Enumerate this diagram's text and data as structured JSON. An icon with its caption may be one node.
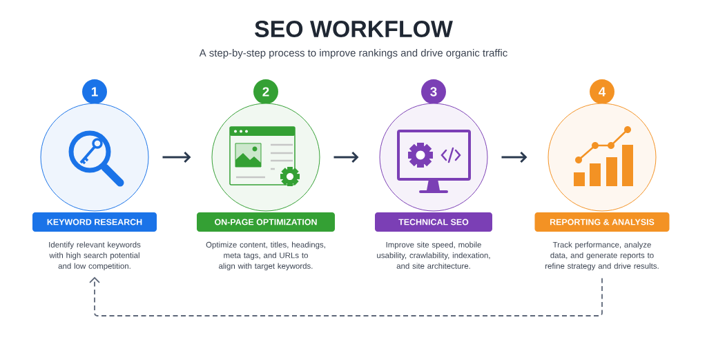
{
  "diagram": {
    "title": "SEO WORKFLOW",
    "caption": "A step-by-step process to improve rankings and drive organic traffic",
    "nodes": [
      {
        "text": [
          "1"
        ]
      },
      {
        "text": [],
        "shape": "circle"
      },
      {
        "text": [
          "KEYWORD RESEARCH"
        ],
        "beside": [
          "Identify relevant keywords with high search potential and low competition."
        ]
      },
      {
        "text": [
          "2"
        ]
      },
      {
        "text": [],
        "shape": "circle"
      },
      {
        "text": [
          "ON-PAGE OPTIMIZATION"
        ],
        "beside": [
          "Optimize content, titles, headings, meta tags, and URLs to align with target keywords."
        ]
      },
      {
        "text": [
          "3"
        ]
      },
      {
        "text": [],
        "shape": "circle"
      },
      {
        "text": [
          "TECHNICAL SEO"
        ],
        "beside": [
          "Improve site speed, mobile usability, crawlability, indexation, and site architecture."
        ]
      },
      {
        "text": [
          "4"
        ]
      },
      {
        "text": [],
        "shape": "circle"
      },
      {
        "text": [
          "REPORTING & ANALYSIS"
        ],
        "beside": [
          "Track performance, analyze data, and generate reports to refine strategy and drive results."
        ]
      }
    ],
    "edges": [
      {
        "from": 1,
        "to": 4,
        "arrow": "to"
      },
      {
        "from": 4,
        "to": 7,
        "arrow": "to"
      },
      {
        "from": 7,
        "to": 10,
        "arrow": "to"
      },
      {
        "from": 11,
        "to": 2,
        "arrow": "to",
        "style": "dashed",
        "color": "#5c6678"
      }
    ]
  }
}
